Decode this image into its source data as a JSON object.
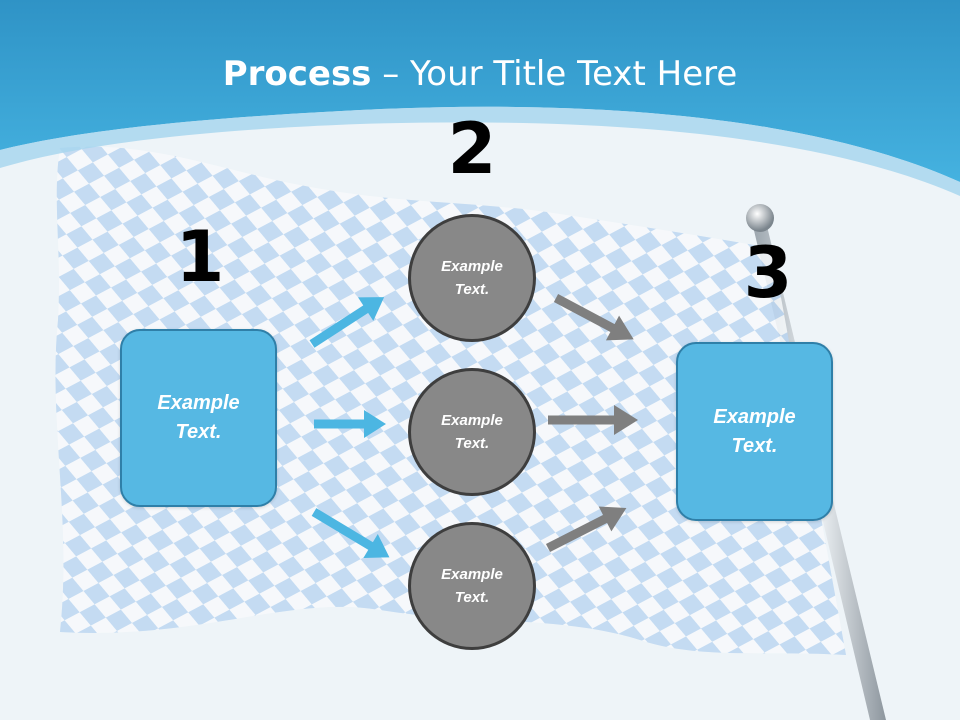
{
  "title": {
    "bold": "Process",
    "rest": " – Your Title Text Here"
  },
  "steps": [
    {
      "number": "1"
    },
    {
      "number": "2"
    },
    {
      "number": "3"
    }
  ],
  "start_box": {
    "text": "Example\nText."
  },
  "end_box": {
    "text": "Example\nText."
  },
  "circles": [
    {
      "text": "Example\nText."
    },
    {
      "text": "Example\nText."
    },
    {
      "text": "Example\nText."
    }
  ],
  "colors": {
    "header_blue": "#3aa8d8",
    "box_fill": "#56b8e3",
    "circle_fill": "#888888",
    "arrow_blue": "#4cb6e2",
    "arrow_gray": "#7f7f7f"
  }
}
